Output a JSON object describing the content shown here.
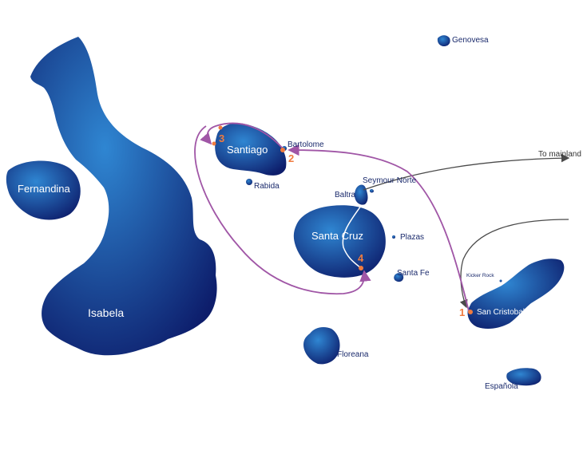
{
  "colors": {
    "island_light": "#2f86d2",
    "island_dark": "#0d1d6b",
    "route": "#a056a6",
    "stop": "#f07b3f",
    "arrow": "#4a4a4a",
    "label_dark": "#1a2a6c"
  },
  "islands": {
    "isabela": "Isabela",
    "fernandina": "Fernandina",
    "santiago": "Santiago",
    "santa_cruz": "Santa Cruz",
    "genovesa": "Genovesa",
    "bartolome": "Bartolome",
    "rabida": "Rabida",
    "seymour_norte": "Seymour Norte",
    "baltra": "Baltra",
    "plazas": "Plazas",
    "santa_fe": "Santa Fe",
    "kicker_rock": "Kicker Rock",
    "san_cristobal": "San Cristobal",
    "floreana": "Floreana",
    "espanola": "Española"
  },
  "route_stops": [
    "1",
    "2",
    "3",
    "4"
  ],
  "to_mainland": "To mainland"
}
